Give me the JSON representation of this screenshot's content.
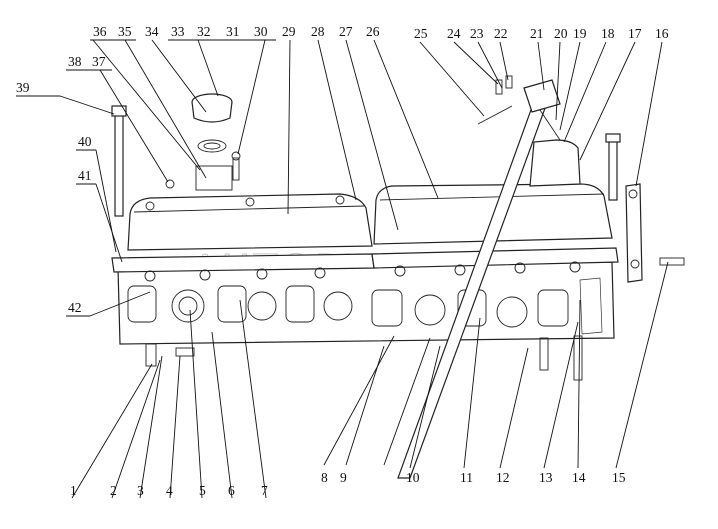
{
  "watermark": "AUTOPITER.RU",
  "callouts_top": [
    "36",
    "35",
    "34",
    "33",
    "32",
    "31",
    "30",
    "29",
    "28",
    "27",
    "26",
    "25",
    "24",
    "23",
    "22",
    "21",
    "20",
    "19",
    "18",
    "17",
    "16"
  ],
  "callouts_left": [
    "39",
    "38",
    "37",
    "40",
    "41",
    "42"
  ],
  "callouts_bottom": [
    "1",
    "2",
    "3",
    "4",
    "5",
    "6",
    "7",
    "8",
    "9",
    "10",
    "11",
    "12",
    "13",
    "14",
    "15"
  ],
  "parts": {
    "front_valve_cover": "valve cover",
    "rear_valve_cover": "valve cover",
    "cylinder_head": "cylinder head",
    "oil_filler_cap": "oil filler cap",
    "long_tube": "tube"
  }
}
